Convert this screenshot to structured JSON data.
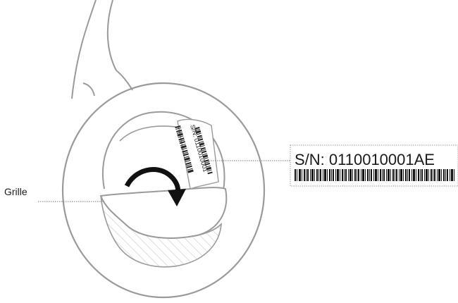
{
  "labels": {
    "grille": "Grille"
  },
  "callout": {
    "serial_number": "S/N: 0110010001AE"
  },
  "sticker": {
    "serial_fragment": "S/N: 0110010001"
  },
  "colors": {
    "outline": "#9a9a9a",
    "hatch": "#c8c8c8",
    "arrow": "#111111",
    "text": "#1a1a1a",
    "leader": "#777777"
  }
}
